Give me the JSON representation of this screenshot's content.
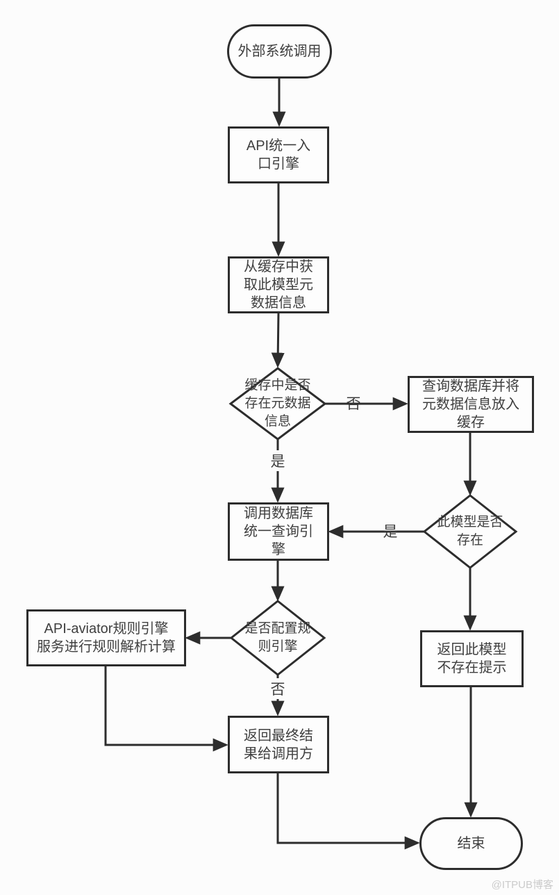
{
  "diagram": {
    "title_hint": "API engine flowchart",
    "colors": {
      "background": "#fcfcfc",
      "node_fill": "#fdfdfd",
      "stroke": "#2d2d2d",
      "text": "#3f3f3f",
      "watermark": "#cbcbcb"
    },
    "nodes": {
      "start": {
        "type": "terminator",
        "lines": [
          "外部系统调用"
        ]
      },
      "api_engine": {
        "type": "process",
        "lines": [
          "API统一入",
          "口引擎"
        ]
      },
      "cache_fetch": {
        "type": "process",
        "lines": [
          "从缓存中获",
          "取此模型元",
          "数据信息"
        ]
      },
      "cache_exists_decision": {
        "type": "decision",
        "lines": [
          "缓存中是否",
          "存在元数据",
          "信息"
        ]
      },
      "query_db": {
        "type": "process",
        "lines": [
          "查询数据库并将",
          "元数据信息放入",
          "缓存"
        ]
      },
      "model_exists_decision": {
        "type": "decision",
        "lines": [
          "此模型是否",
          "存在"
        ]
      },
      "call_query_engine": {
        "type": "process",
        "lines": [
          "调用数据库",
          "统一查询引",
          "擎"
        ]
      },
      "rule_config_decision": {
        "type": "decision",
        "lines": [
          "是否配置规",
          "则引擎"
        ]
      },
      "aviator_service": {
        "type": "process",
        "lines": [
          "API-aviator规则引擎",
          "服务进行规则解析计算"
        ]
      },
      "model_not_exist": {
        "type": "process",
        "lines": [
          "返回此模型",
          "不存在提示"
        ]
      },
      "final_result": {
        "type": "process",
        "lines": [
          "返回最终结",
          "果给调用方"
        ]
      },
      "end": {
        "type": "terminator",
        "lines": [
          "结束"
        ]
      }
    },
    "edge_labels": {
      "cache_no": "否",
      "cache_yes": "是",
      "model_yes": "是",
      "rule_no": "否"
    }
  },
  "watermark": "@ITPUB博客"
}
